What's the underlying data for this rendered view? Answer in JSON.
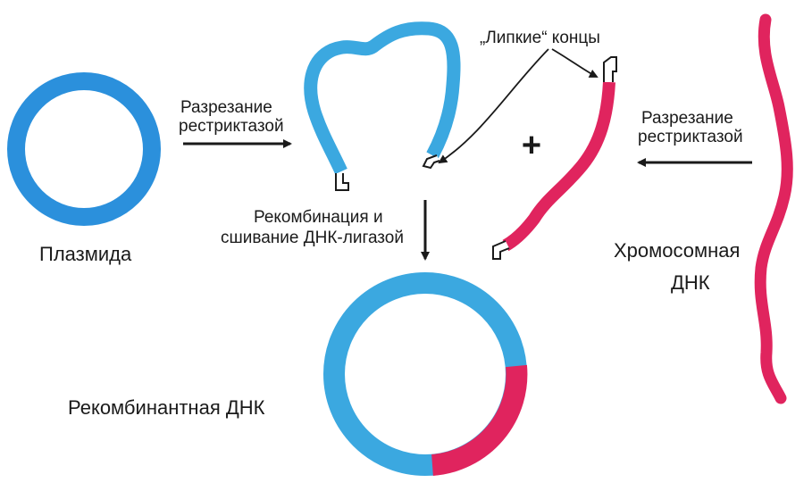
{
  "labels": {
    "plasmid": "Плазмида",
    "cut_left_line1": "Разрезание",
    "cut_left_line2": "рестриктазой",
    "sticky_ends": "„Липкие“ концы",
    "plus": "+",
    "cut_right_line1": "Разрезание",
    "cut_right_line2": "рестриктазой",
    "recomb_line1": "Рекомбинация и",
    "recomb_line2": "сшивание ДНК-лигазой",
    "chromosomal_line1": "Хромосомная",
    "chromosomal_line2": "ДНК",
    "recombinant": "Рекомбинантная ДНК"
  },
  "colors": {
    "plasmid_blue": "#3ba8e0",
    "plasmid_blue_dark": "#1e7fd0",
    "chromosome_red": "#e0245e",
    "ink": "#1a1a1a"
  }
}
